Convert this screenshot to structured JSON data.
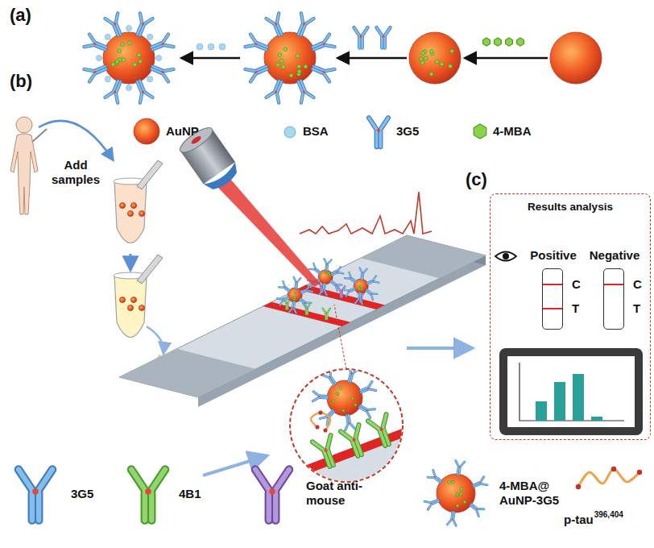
{
  "diagram": {
    "nodes": [
      {
        "text": [
          "Results analysis"
        ]
      },
      {
        "text": [
          "Positive",
          "C",
          "T"
        ],
        "in": 0
      },
      {
        "text": [
          "Negative",
          "C",
          "T"
        ],
        "in": 0
      }
    ],
    "labels": [
      "(a)",
      "(b)",
      "(c)",
      "Add samples",
      "396,404"
    ],
    "legend": [
      {
        "text": "AuNP"
      },
      {
        "text": "BSA"
      },
      {
        "text": "3G5"
      },
      {
        "text": "4-MBA"
      },
      {
        "text": "3G5"
      },
      {
        "text": "4B1"
      },
      {
        "text": "Goat anti- mouse"
      },
      {
        "text": "4-MBA@ AuNP-3G5"
      },
      {
        "text": "p-tau"
      }
    ]
  }
}
